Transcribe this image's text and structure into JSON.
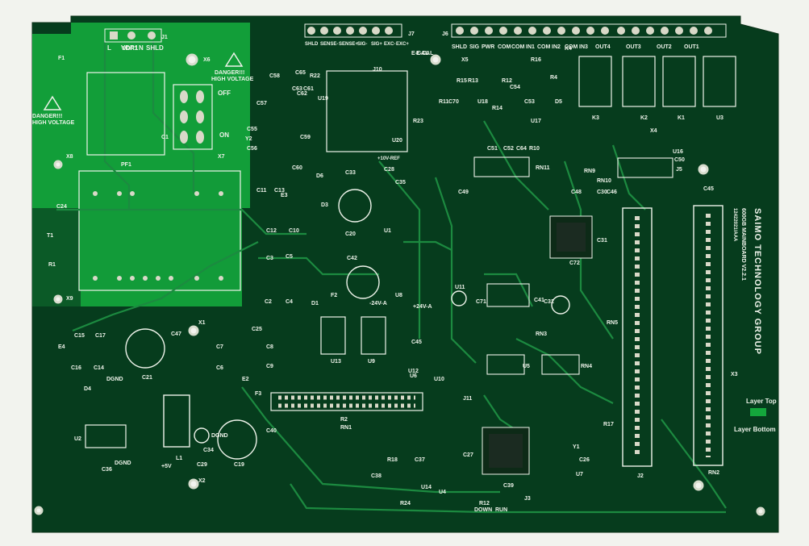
{
  "board": {
    "colors": {
      "background": "#f2f3ee",
      "mask_dark": "#063a1c",
      "mask_light": "#10a23a",
      "copper": "#1f7a3a",
      "silk": "#eef3ea",
      "pad": "#d9d9c8"
    },
    "title_lines": [
      "SAIMO TECHNOLOGY GROUP",
      "600GB MAINBOARD V2.2.1",
      "12422021/AAA"
    ],
    "layer_labels": [
      "Layer Top",
      "Layer Bottom"
    ],
    "danger_1": [
      "DANGER!!!",
      "HIGH VOLTAGE"
    ],
    "danger_2": [
      "DANGER!!!",
      "HIGH VOLTAGE"
    ],
    "switch_labels": [
      "OFF",
      "ON"
    ],
    "top_connectors": {
      "j1_pins": [
        "L",
        "VDR1",
        "N",
        "SHLD"
      ],
      "j7_pins": [
        "SHLD",
        "SENSE-",
        "SENSE+",
        "SIG-",
        "SIG+",
        "EXC-",
        "EXC+"
      ],
      "j6_pins": [
        "SHLD",
        "SIG",
        "PWR",
        "COM",
        "COM",
        "IN1"
      ],
      "j5_pins": [
        "COM",
        "IN2",
        "COM",
        "IN3"
      ],
      "j4_pins": [
        "OUT4",
        "OUT3",
        "OUT2",
        "OUT1"
      ]
    },
    "power_labels": [
      "-24V-A",
      "+24V-A",
      "+10V-REF",
      "+5V",
      "DGND",
      "DGND",
      "DGND",
      "E-CAL"
    ],
    "button_labels": [
      "DOWN",
      "RUN"
    ],
    "designators": [
      "J1",
      "F1",
      "X6",
      "VDR1",
      "C1",
      "X8",
      "PF1",
      "X7",
      "C24",
      "T1",
      "R1",
      "X9",
      "C58",
      "C57",
      "C65",
      "C63",
      "C62",
      "C61",
      "R22",
      "U19",
      "J10",
      "J7",
      "E-CAL",
      "R23",
      "U20",
      "C55",
      "Y2",
      "C56",
      "C59",
      "C60",
      "D6",
      "C33",
      "C28",
      "C35",
      "C11",
      "C13",
      "E3",
      "C10",
      "C12",
      "D3",
      "U1",
      "C20",
      "C42",
      "C3",
      "C5",
      "C2",
      "C4",
      "D1",
      "F2",
      "U8",
      "X1",
      "C47",
      "E4",
      "C15",
      "C17",
      "C16",
      "C14",
      "D4",
      "C21",
      "C25",
      "C7",
      "C6",
      "C8",
      "C9",
      "E2",
      "F3",
      "U13",
      "U9",
      "U2",
      "C36",
      "L1",
      "C34",
      "C29",
      "C40",
      "C19",
      "X2",
      "J6",
      "X5",
      "R16",
      "R15",
      "R13",
      "R12",
      "C54",
      "D5",
      "R4",
      "R11",
      "C70",
      "U18",
      "R14",
      "C53",
      "C51",
      "C52",
      "C64",
      "R10",
      "U17",
      "RN11",
      "C49",
      "C48",
      "C30",
      "RN9",
      "C46",
      "RN10",
      "U16",
      "C50",
      "J5",
      "K4",
      "K3",
      "K2",
      "K1",
      "U3",
      "X4",
      "C45",
      "U12",
      "C72",
      "C31",
      "U11",
      "C71",
      "C41",
      "C32",
      "RN3",
      "RN5",
      "C45",
      "U6",
      "U10",
      "U5",
      "RN4",
      "J11",
      "RN1",
      "R2",
      "R17",
      "R18",
      "C37",
      "C27",
      "Y1",
      "C26",
      "U7",
      "C38",
      "U14",
      "U4",
      "C39",
      "R24",
      "R12",
      "J3",
      "J2",
      "RN2",
      "X3"
    ],
    "sizes_note": ""
  }
}
